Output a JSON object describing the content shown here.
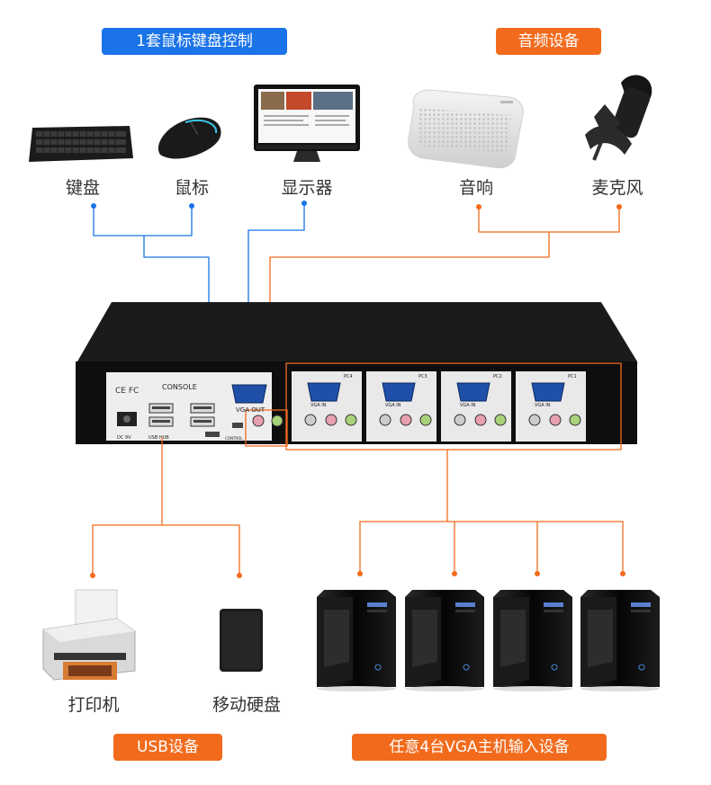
{
  "colors": {
    "blue": "#1a73e8",
    "orange": "#f26b1d",
    "device": "#111111"
  },
  "headers": {
    "console_group": "1套鼠标键盘控制",
    "audio_group": "音频设备",
    "usb_group": "USB设备",
    "hosts_group": "任意4台VGA主机输入设备"
  },
  "devices": {
    "keyboard": "键盘",
    "mouse": "鼠标",
    "monitor": "显示器",
    "speaker": "音响",
    "microphone": "麦克风",
    "printer": "打印机",
    "hard_drive": "移动硬盘"
  },
  "kvm": {
    "console_label": "CONSOLE",
    "vga_out": "VGA OUT",
    "usb_hub": "USB HUB",
    "power": "DC 9V",
    "cert": "CE FC",
    "control": "CONTROL",
    "vga_in": "VGA IN",
    "ports": [
      "PC4",
      "PC3",
      "PC2",
      "PC1"
    ]
  }
}
